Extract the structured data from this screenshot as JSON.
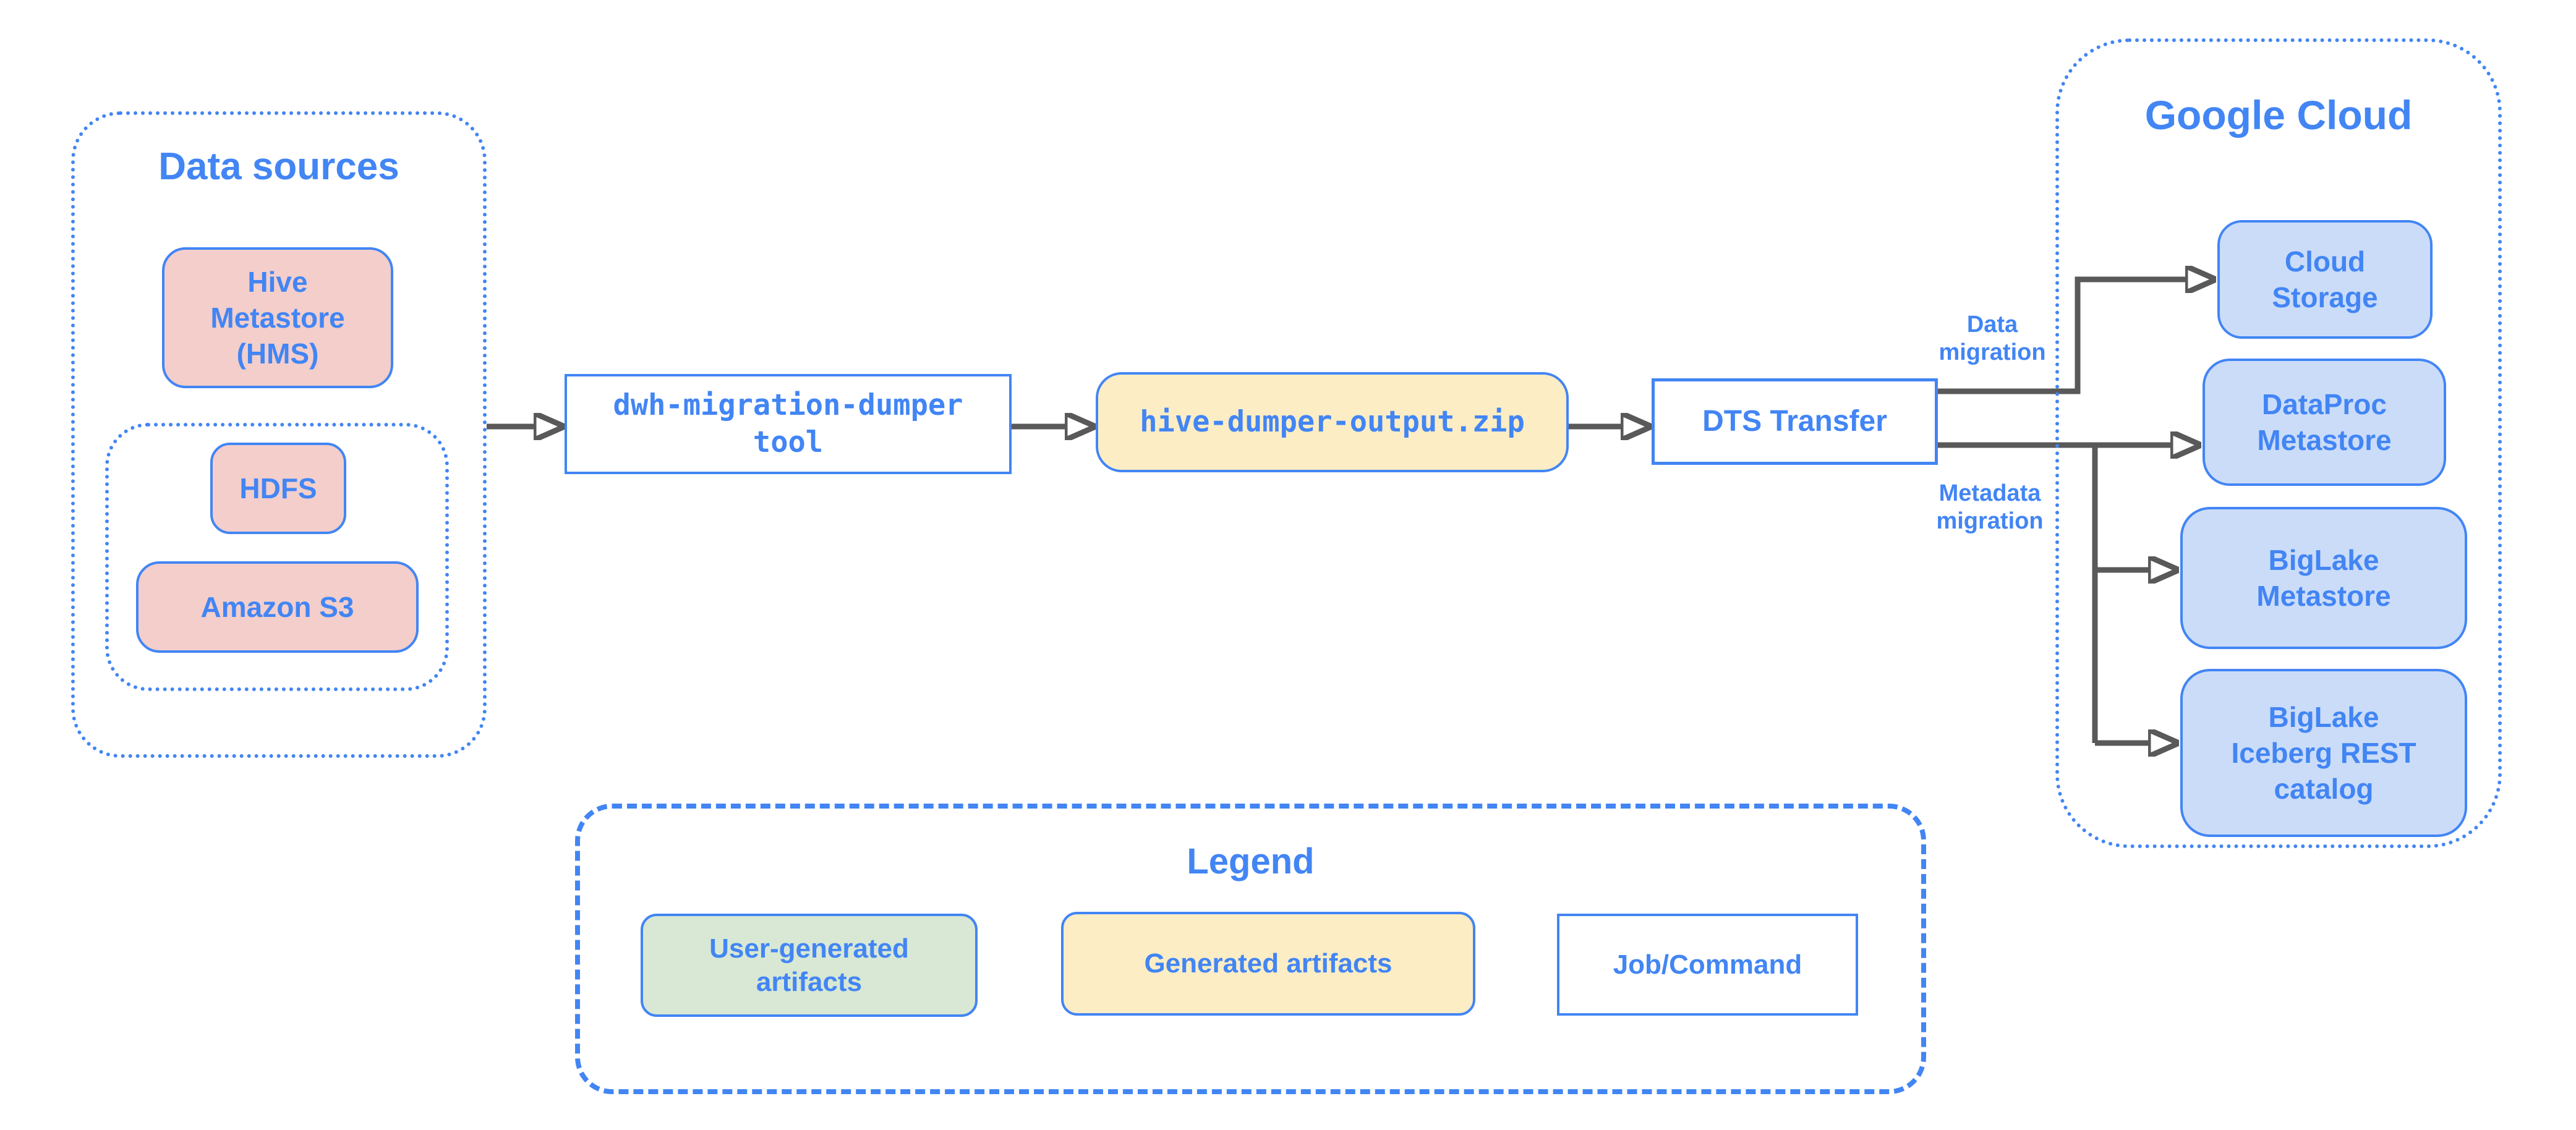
{
  "colors": {
    "blue": "#4285F4",
    "pink": "#F3CECB",
    "yellow": "#FCEDC5",
    "bluefill": "#CBDCF9",
    "green": "#D8E8D4",
    "arrow": "#595959",
    "bg": "#FFFFFF"
  },
  "panels": {
    "data_sources": {
      "title": "Data sources"
    },
    "google_cloud": {
      "title": "Google Cloud"
    },
    "legend": {
      "title": "Legend"
    }
  },
  "nodes": {
    "hive_metastore": {
      "label": "Hive\nMetastore\n(HMS)"
    },
    "hdfs": {
      "label": "HDFS"
    },
    "amazon_s3": {
      "label": "Amazon S3"
    },
    "dumper_tool": {
      "label": "dwh-migration-dumper\ntool"
    },
    "dumper_output": {
      "label": "hive-dumper-output.zip"
    },
    "dts_transfer": {
      "label": "DTS Transfer"
    },
    "cloud_storage": {
      "label": "Cloud\nStorage"
    },
    "dataproc_metastore": {
      "label": "DataProc\nMetastore"
    },
    "biglake_metastore": {
      "label": "BigLake\nMetastore"
    },
    "biglake_iceberg_rest_catalog": {
      "label": "BigLake\nIceberg REST\ncatalog"
    }
  },
  "edge_labels": {
    "data_migration": "Data\nmigration",
    "metadata_migration": "Metadata\nmigration"
  },
  "legend_items": [
    {
      "label": "User-generated\nartifacts",
      "swatch": "green"
    },
    {
      "label": "Generated artifacts",
      "swatch": "yellow"
    },
    {
      "label": "Job/Command",
      "swatch": "white"
    }
  ]
}
